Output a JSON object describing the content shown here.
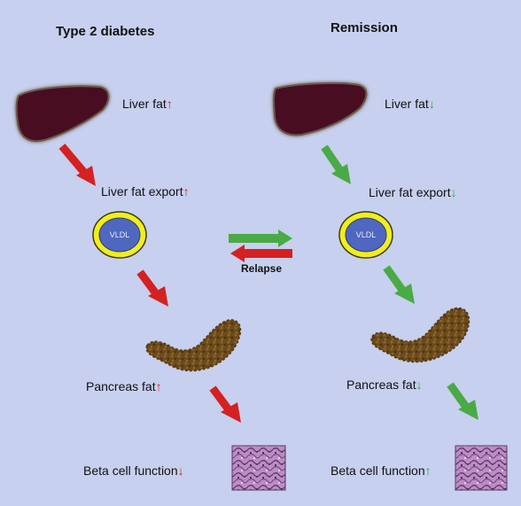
{
  "headings": {
    "left": "Type 2 diabetes",
    "right": "Remission"
  },
  "labels": {
    "liver_fat": "Liver fat",
    "liver_fat_export": "Liver fat export",
    "pancreas_fat": "Pancreas fat",
    "beta_cell_function": "Beta cell function",
    "relapse": "Relapse",
    "vldl": "VLDL"
  },
  "indicators": {
    "left": {
      "liver_fat": "↑",
      "liver_fat_export": "↑",
      "pancreas_fat": "↑",
      "beta_cell_function": "↓"
    },
    "right": {
      "liver_fat": "↓",
      "liver_fat_export": "↓",
      "pancreas_fat": "↓",
      "beta_cell_function": "↑"
    }
  },
  "colors": {
    "background": "#c7d0ee",
    "liver": "#4a0a22",
    "red_arrow": "#d42121",
    "green_arrow": "#4aaa46",
    "vldl_ring": "#f2ee1a",
    "vldl_fill": "#4f67bf",
    "pancreas": "#6b4a1c",
    "tissue": "#9a5a9e"
  }
}
